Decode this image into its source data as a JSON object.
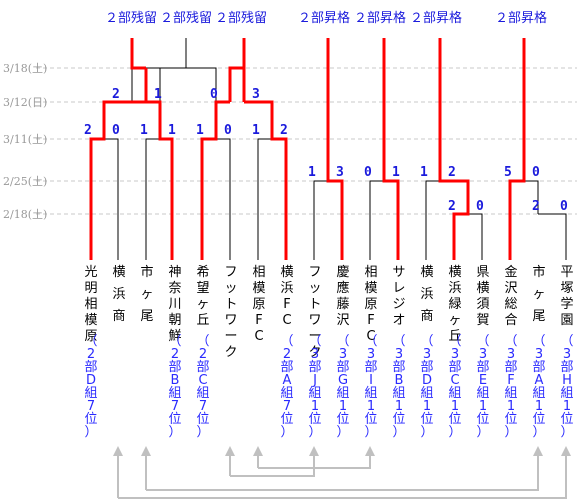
{
  "dates": [
    "3/18(土)",
    "3/12(日)",
    "3/11(土)",
    "2/25(土)",
    "2/18(土)"
  ],
  "results": [
    {
      "text": "２部残留"
    },
    {
      "text": "２部残留"
    },
    {
      "text": "２部残留"
    },
    {
      "text": "２部昇格"
    },
    {
      "text": "２部昇格"
    },
    {
      "text": "２部昇格"
    },
    {
      "text": "２部昇格"
    }
  ],
  "teams": [
    {
      "name": "光明相模原",
      "div": "（2部D組7位）"
    },
    {
      "name": "横 浜 商",
      "div": ""
    },
    {
      "name": "市 ヶ 尾",
      "div": ""
    },
    {
      "name": "神奈川朝鮮",
      "div": "（2部B組7位）"
    },
    {
      "name": "希望ヶ丘",
      "div": "（2部C組7位）"
    },
    {
      "name": "フットワーク",
      "div": ""
    },
    {
      "name": "相模原FC",
      "div": ""
    },
    {
      "name": "横浜FC",
      "div": "（2部A組7位）"
    },
    {
      "name": "フットワーク",
      "div": "（3部J組1位）"
    },
    {
      "name": "慶應藤沢",
      "div": "（3部G組1位）"
    },
    {
      "name": "相模原FC",
      "div": "（3部I組1位）"
    },
    {
      "name": "サレジオ",
      "div": "（3部B組1位）"
    },
    {
      "name": "横 浜 商",
      "div": "（3部D組1位）"
    },
    {
      "name": "横浜緑ヶ丘",
      "div": "（3部C組1位）"
    },
    {
      "name": "県横須賀",
      "div": "（3部E組1位）"
    },
    {
      "name": "金沢総合",
      "div": "（3部F組1位）"
    },
    {
      "name": "市 ヶ 尾",
      "div": "（3部A組1位）"
    },
    {
      "name": "平塚学園",
      "div": "（3部H組1位）"
    }
  ],
  "scores": [
    {
      "v": "2"
    },
    {
      "v": "0"
    },
    {
      "v": "1"
    },
    {
      "v": "1"
    },
    {
      "v": "1"
    },
    {
      "v": "0"
    },
    {
      "v": "1"
    },
    {
      "v": "2"
    },
    {
      "v": "2"
    },
    {
      "v": "1"
    },
    {
      "v": "0"
    },
    {
      "v": "3"
    },
    {
      "v": "1"
    },
    {
      "v": "3"
    },
    {
      "v": "0"
    },
    {
      "v": "1"
    },
    {
      "v": "1"
    },
    {
      "v": "2"
    },
    {
      "v": "5"
    },
    {
      "v": "0"
    },
    {
      "v": "2"
    },
    {
      "v": "0"
    },
    {
      "v": "2"
    },
    {
      "v": "0"
    }
  ]
}
